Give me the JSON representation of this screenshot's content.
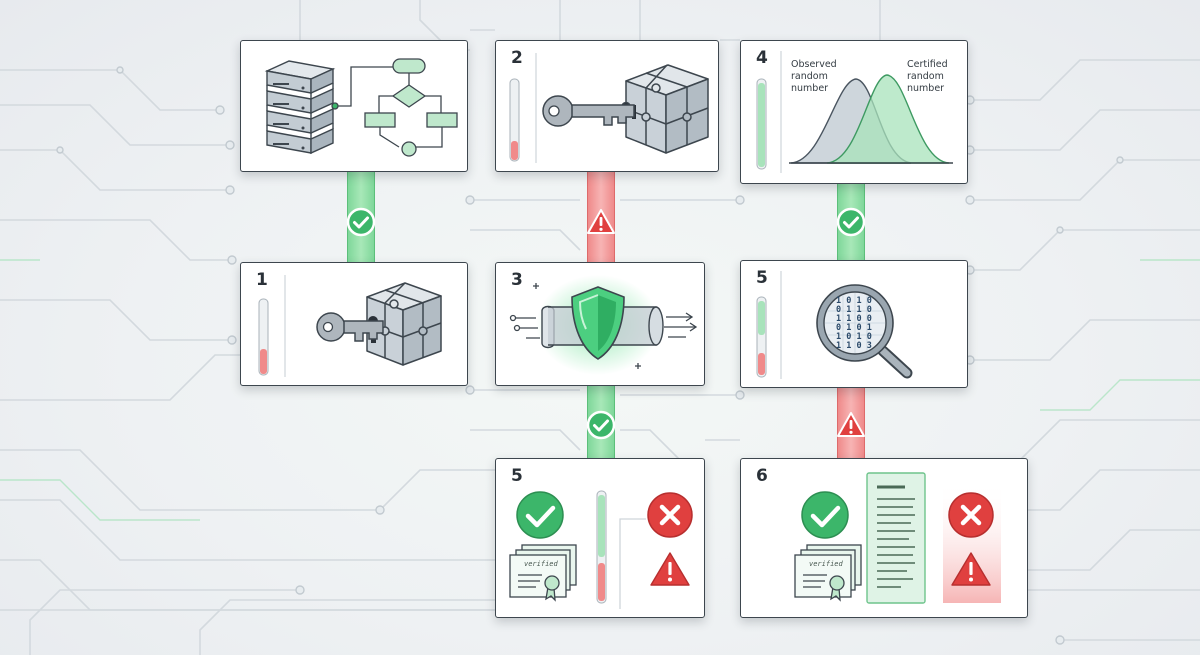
{
  "steps": {
    "s1": "1",
    "s2": "2",
    "s3": "3",
    "s4": "4",
    "s5a": "5",
    "s5b": "5",
    "s6": "6"
  },
  "distribution": {
    "left_label": [
      "Observed",
      "random",
      "number"
    ],
    "right_label": [
      "Certified",
      "random",
      "number"
    ]
  },
  "certificate_label": "verified",
  "binary_rows": [
    "1 0 1 0",
    "0 1 1 0",
    "1 1 0 0",
    "0 1 0 1",
    "1 0 1 0",
    "1 1 0 3"
  ],
  "colors": {
    "ok": "#3cb66a",
    "bad": "#e0403f",
    "outline": "#3d464e",
    "cube": "#c9d1d8",
    "key": "#aeb6bd"
  }
}
